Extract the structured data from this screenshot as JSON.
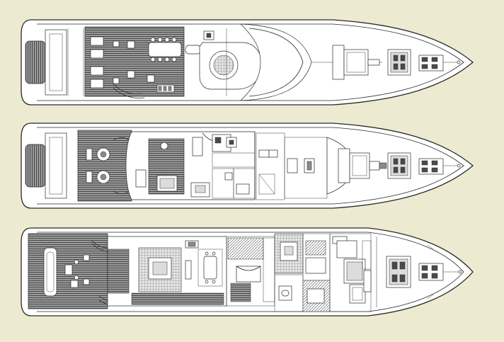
{
  "page": {
    "background": "#ecead0"
  },
  "plan": {
    "type": "yacht general arrangement",
    "deck_count": 3,
    "colors": {
      "hull": "#ffffff",
      "line": "#2a2a2a",
      "teak": "#5a5a5a"
    },
    "decks": [
      {
        "id": "sun-deck"
      },
      {
        "id": "bridge-deck"
      },
      {
        "id": "main-deck"
      }
    ]
  }
}
